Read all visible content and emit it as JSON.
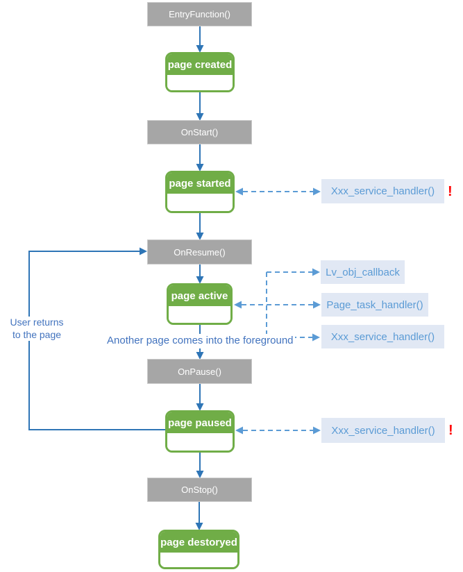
{
  "functions": [
    {
      "label": "EntryFunction()"
    },
    {
      "label": "OnStart()"
    },
    {
      "label": "OnResume()"
    },
    {
      "label": "OnPause()"
    },
    {
      "label": "OnStop()"
    }
  ],
  "states": [
    {
      "label": "page created"
    },
    {
      "label": "page started"
    },
    {
      "label": "page active"
    },
    {
      "label": "page paused"
    },
    {
      "label": "page destoryed"
    }
  ],
  "handlers": [
    {
      "label": "Xxx_service_handler()",
      "warning": "!"
    },
    {
      "label": "Lv_obj_callback"
    },
    {
      "label": "Page_task_handler()"
    },
    {
      "label": "Xxx_service_handler()"
    },
    {
      "label": "Xxx_service_handler()",
      "warning": "!"
    }
  ],
  "annotations": {
    "user_returns_line1": "User returns",
    "user_returns_line2": "to the page",
    "foreground_note": "Another page comes into the foreground"
  },
  "colors": {
    "function_box_fill": "#A6A6A6",
    "state_green": "#70AD47",
    "handler_fill": "#E1E8F4",
    "handler_text": "#5B9BD5",
    "solid_arrow": "#2E75B6",
    "dashed_arrow": "#5B9BD5",
    "note_text": "#4273BE",
    "warning_red": "#FF0000",
    "background": "#FFFFFF"
  }
}
